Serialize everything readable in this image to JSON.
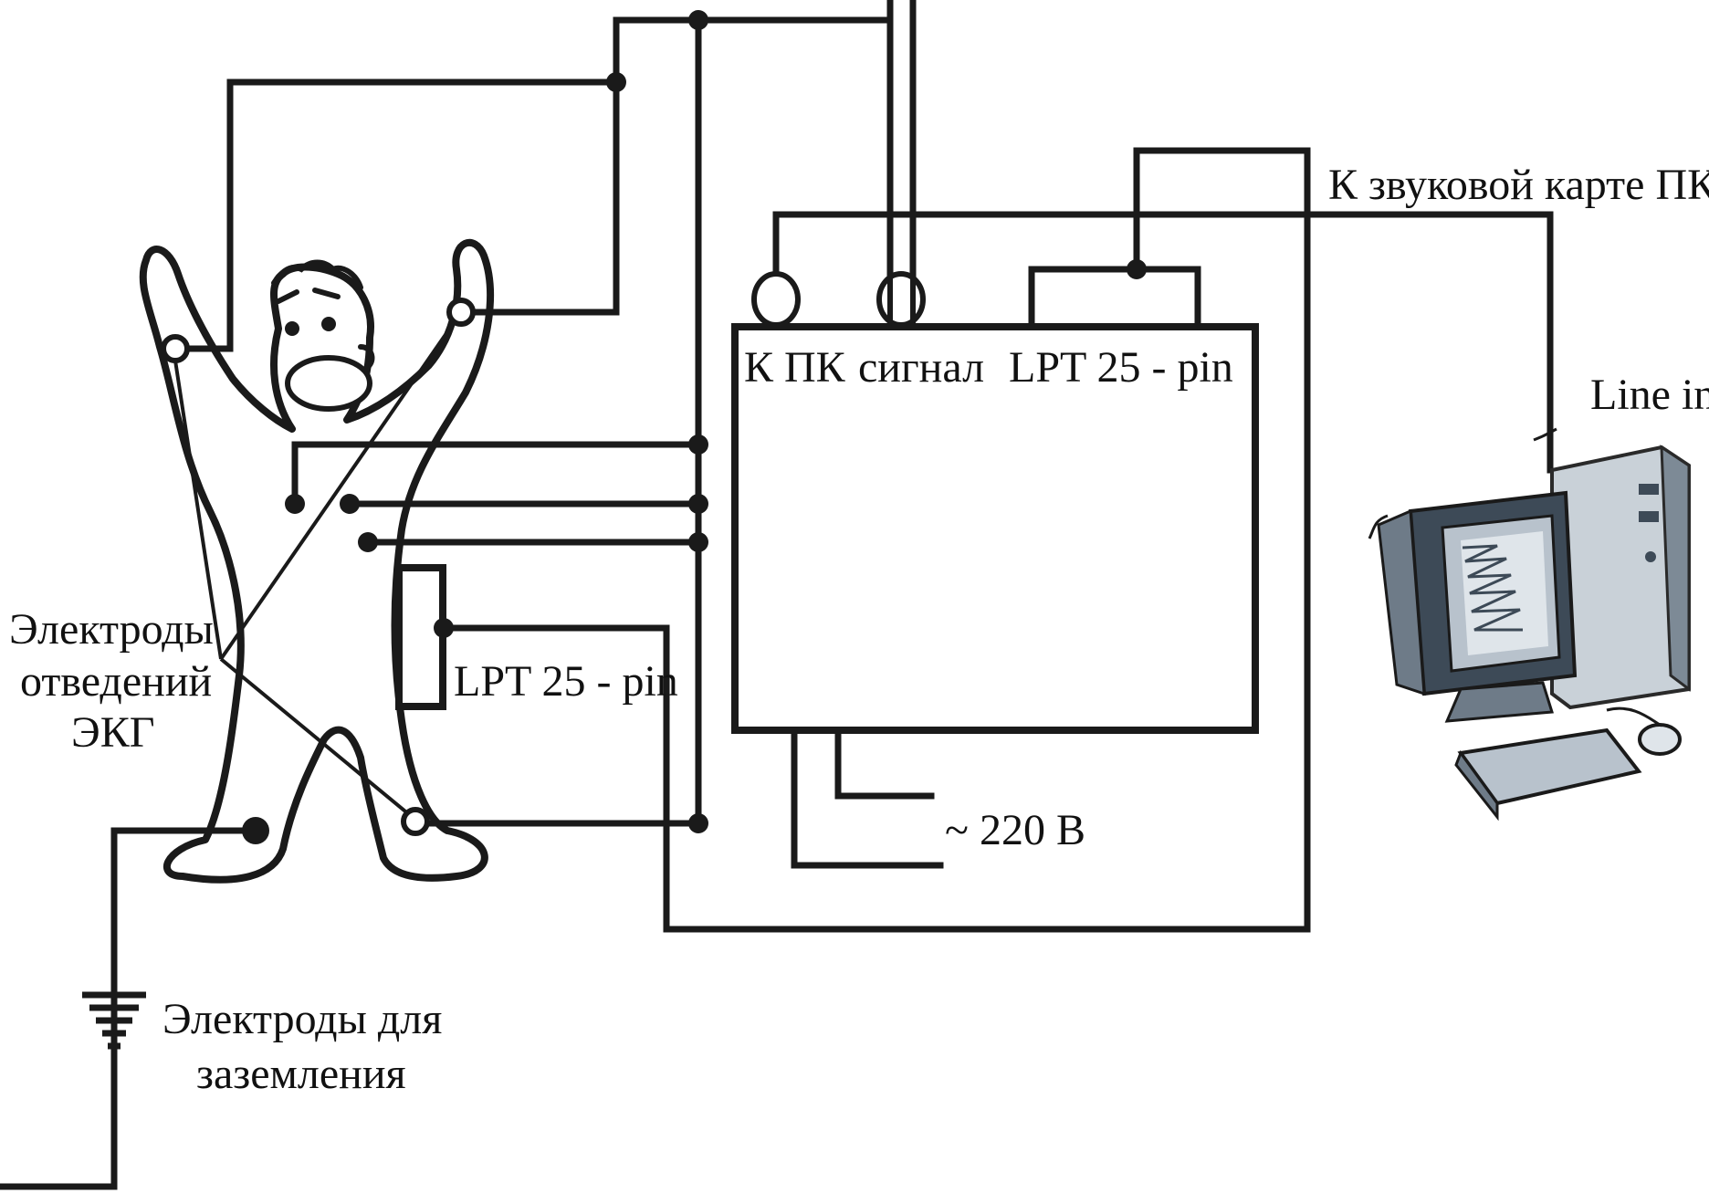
{
  "labels": {
    "to_pc": "К ПК",
    "signal": "сигнал",
    "lpt_top": "LPT 25 - pin",
    "lpt_side": "LPT 25 - pin",
    "sound_card": "К звуковой карте ПК",
    "line_in": "Line in",
    "ecg_electrodes_1": "Электроды",
    "ecg_electrodes_2": "отведений",
    "ecg_electrodes_3": "ЭКГ",
    "ground_electrodes_1": "Электроды для",
    "ground_electrodes_2": "заземления",
    "mains": "~ 220 В"
  },
  "icons": {
    "person": "person-figure-icon",
    "computer": "desktop-computer-icon",
    "ground": "ground-symbol-icon"
  },
  "colors": {
    "line": "#1a1a1a",
    "background": "#ffffff",
    "monitor_dark": "#3d4a57",
    "monitor_light": "#b8c2cc"
  }
}
